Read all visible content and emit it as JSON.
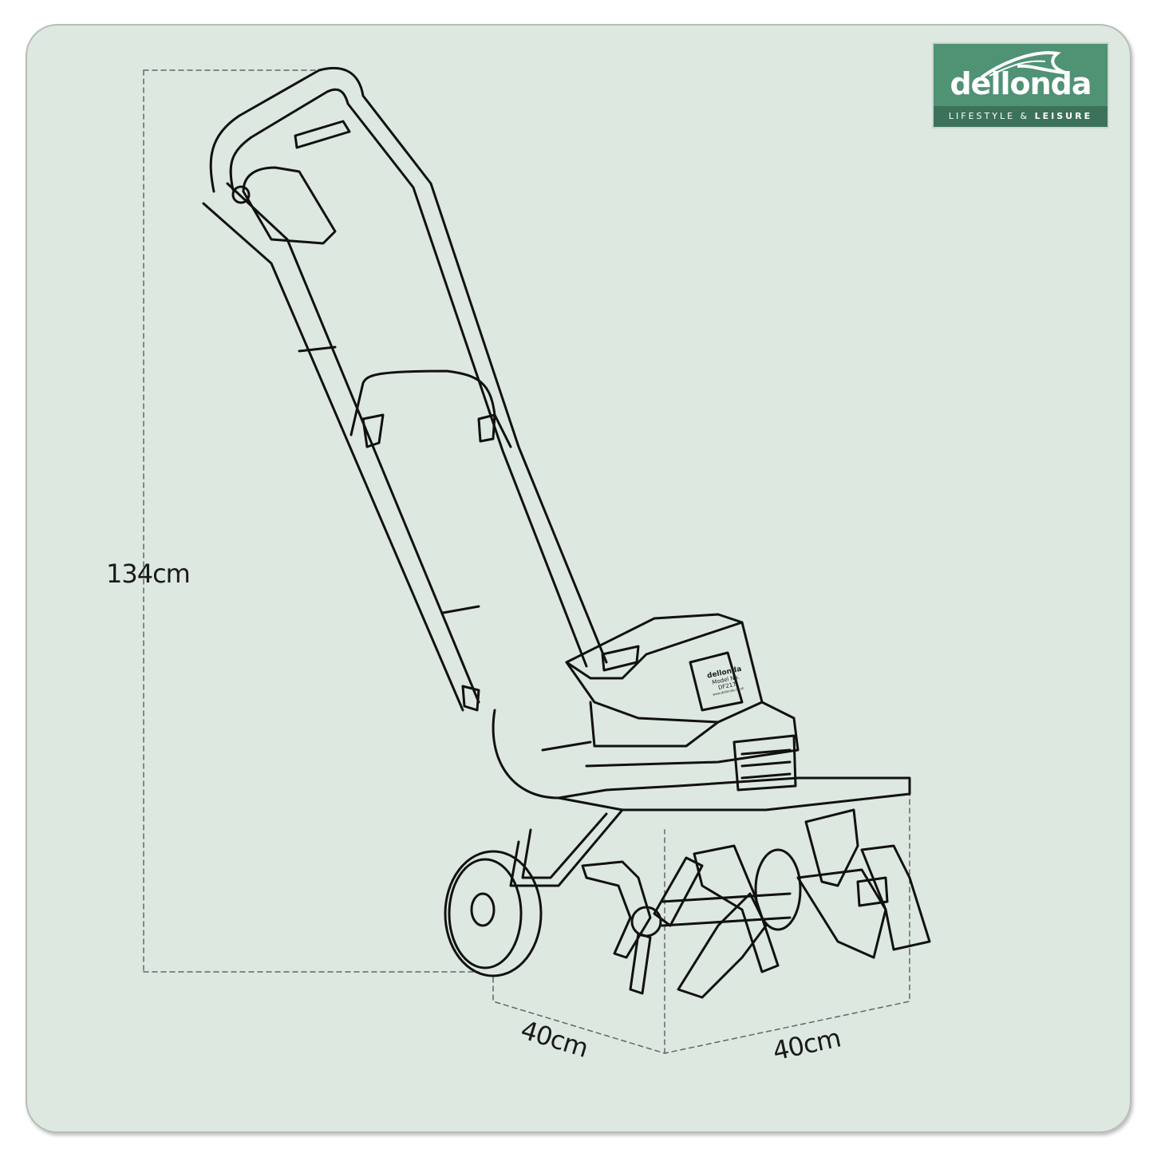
{
  "logo": {
    "brand": "dellonda",
    "tagline_light": "LIFESTYLE &",
    "tagline_bold": "LEISURE",
    "color": "#4f9274"
  },
  "dimensions": {
    "height": "134cm",
    "depth": "40cm",
    "width": "40cm"
  },
  "product_label": {
    "brand": "dellonda",
    "model_label": "Model No.",
    "model": "DF217",
    "website": "www.dellonda.co.uk"
  },
  "colors": {
    "background": "#dde8e0",
    "line": "#111111"
  }
}
